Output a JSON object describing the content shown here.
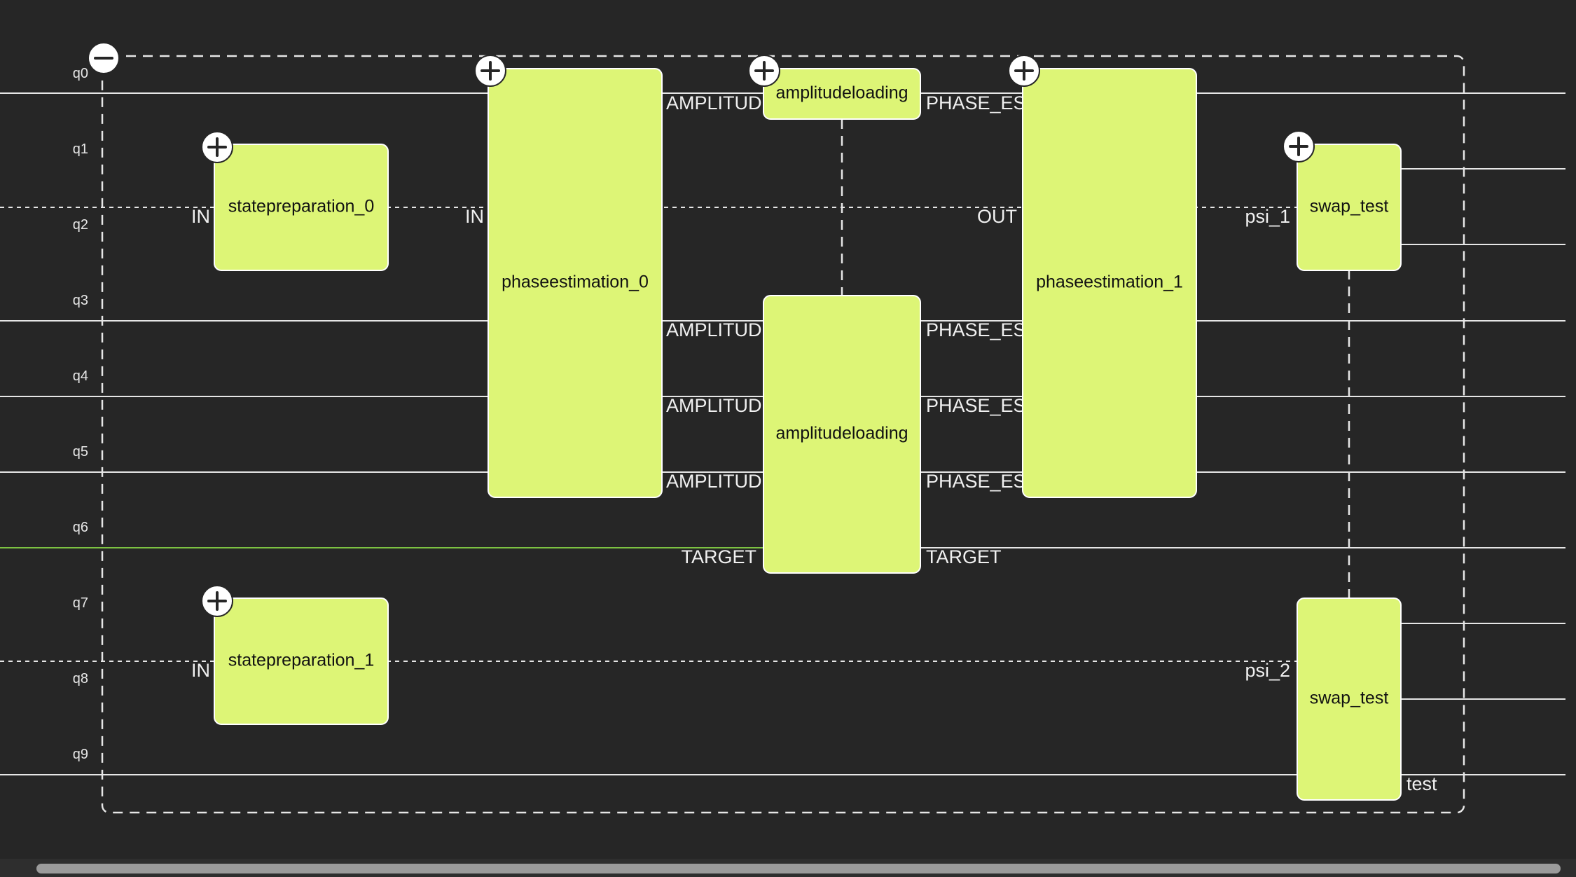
{
  "qubits": [
    "q0",
    "q1",
    "q2",
    "q3",
    "q4",
    "q5",
    "q6",
    "q7",
    "q8",
    "q9"
  ],
  "gates": [
    {
      "id": "statepreparation_0",
      "label": "statepreparation_0"
    },
    {
      "id": "statepreparation_1",
      "label": "statepreparation_1"
    },
    {
      "id": "phaseestimation_0",
      "label": "phaseestimation_0"
    },
    {
      "id": "amplitudeloading_top",
      "label": "amplitudeloading"
    },
    {
      "id": "amplitudeloading_main",
      "label": "amplitudeloading"
    },
    {
      "id": "phaseestimation_1",
      "label": "phaseestimation_1"
    },
    {
      "id": "swap_test_top",
      "label": "swap_test"
    },
    {
      "id": "swap_test_bottom",
      "label": "swap_test"
    }
  ],
  "ports": [
    {
      "id": "sp0_in",
      "text": "IN"
    },
    {
      "id": "sp1_in",
      "text": "IN"
    },
    {
      "id": "pe0_in",
      "text": "IN"
    },
    {
      "id": "al_in_0",
      "text": "AMPLITUDE"
    },
    {
      "id": "al_in_1",
      "text": "AMPLITUDE"
    },
    {
      "id": "al_in_2",
      "text": "AMPLITUDE"
    },
    {
      "id": "al_in_3",
      "text": "AMPLITUDE"
    },
    {
      "id": "al_out_0",
      "text": "PHASE_EST"
    },
    {
      "id": "al_out_1",
      "text": "PHASE_EST"
    },
    {
      "id": "al_out_2",
      "text": "PHASE_EST"
    },
    {
      "id": "al_out_3",
      "text": "PHASE_EST"
    },
    {
      "id": "al_target_in",
      "text": "TARGET"
    },
    {
      "id": "al_target_out",
      "text": "TARGET"
    },
    {
      "id": "pe1_out",
      "text": "OUT"
    },
    {
      "id": "sw_psi1",
      "text": "psi_1"
    },
    {
      "id": "sw_psi2",
      "text": "psi_2"
    },
    {
      "id": "sw_test",
      "text": "test"
    }
  ],
  "colors": {
    "background": "#262626",
    "gate_fill": "#ddf576",
    "wire": "#e6e6e6",
    "target_wire": "#7cc241"
  },
  "icons": {
    "collapse": "minus-circle-icon",
    "expand": "plus-circle-icon"
  }
}
